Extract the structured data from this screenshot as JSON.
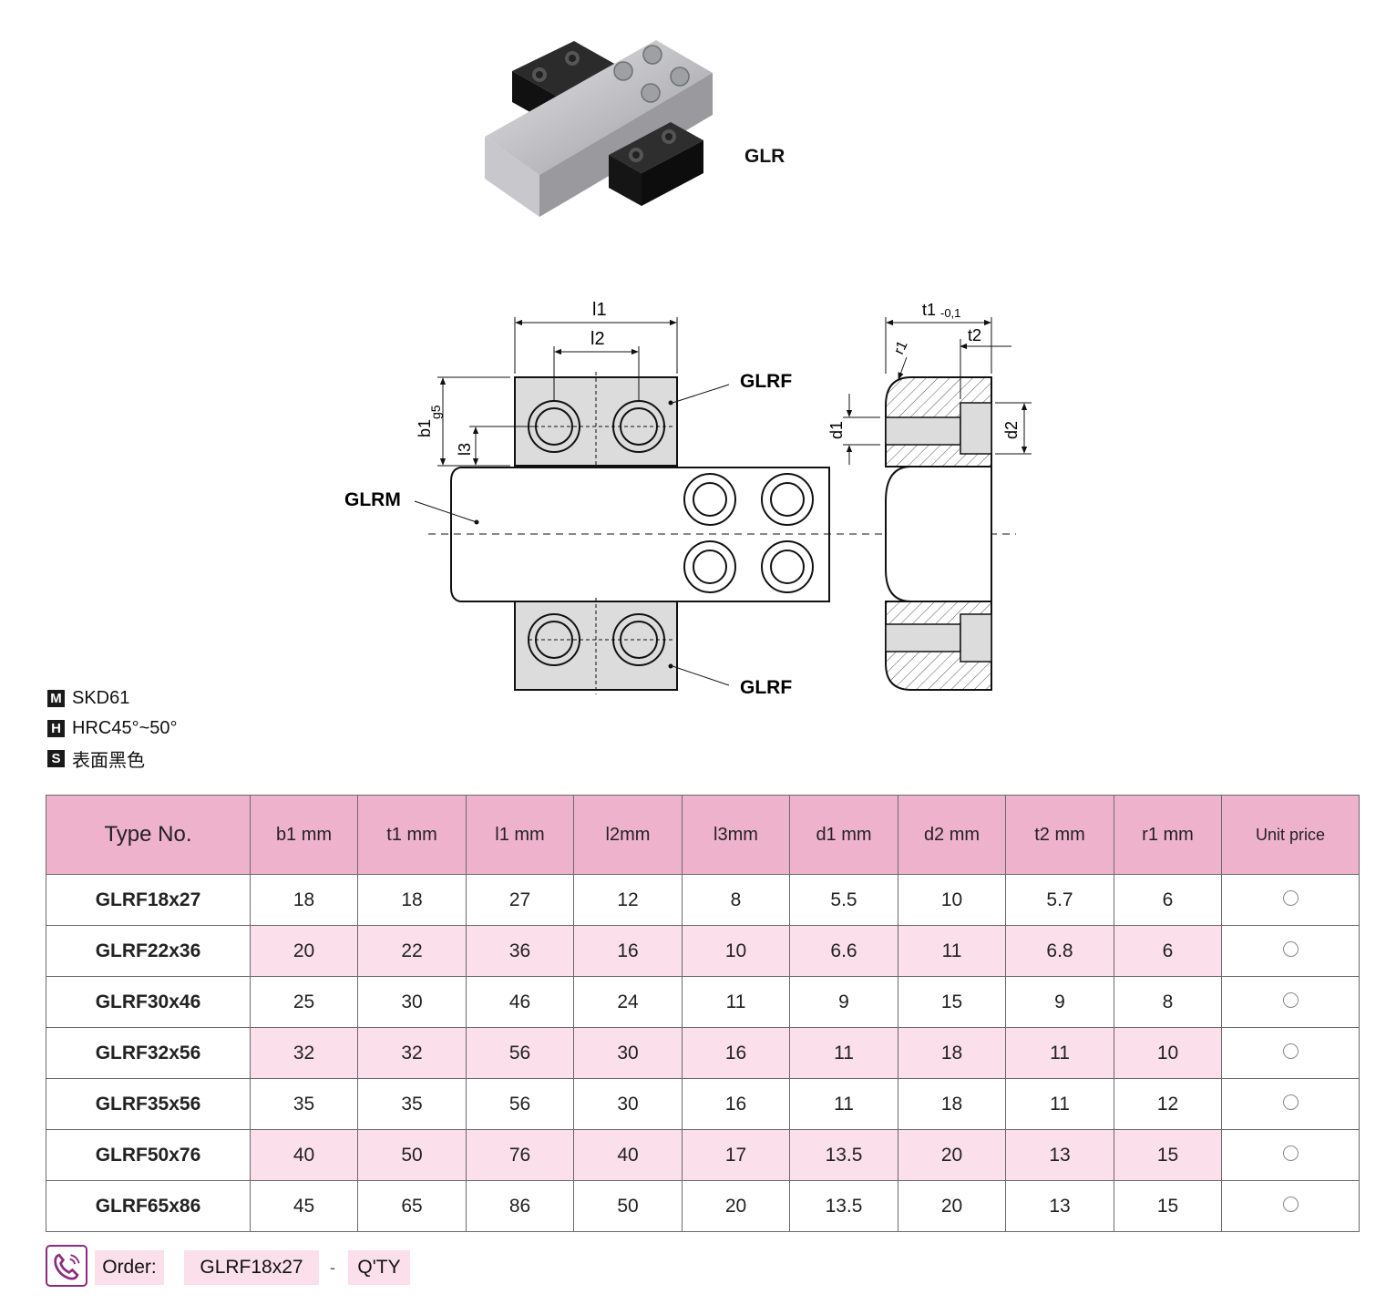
{
  "product": {
    "title": "GLR"
  },
  "drawing": {
    "labels": {
      "glrf_top": "GLRF",
      "glrf_bottom": "GLRF",
      "glrm": "GLRM",
      "l1": "l1",
      "l2": "l2",
      "l3": "l3",
      "b1": "b1",
      "g5": "g5",
      "t1": "t1",
      "t1_tol": "-0,1",
      "t2": "t2",
      "r1": "r1",
      "d1": "d1",
      "d2": "d2"
    }
  },
  "specs": [
    {
      "badge": "M",
      "text": "SKD61"
    },
    {
      "badge": "H",
      "text": "HRC45°~50°"
    },
    {
      "badge": "S",
      "text": "表面黑色"
    }
  ],
  "table": {
    "headers": [
      "Type No.",
      "b1 mm",
      "t1 mm",
      "l1 mm",
      "l2mm",
      "l3mm",
      "d1 mm",
      "d2 mm",
      "t2 mm",
      "r1 mm",
      "Unit price"
    ],
    "rows": [
      {
        "type": "GLRF18x27",
        "values": [
          "18",
          "18",
          "27",
          "12",
          "8",
          "5.5",
          "10",
          "5.7",
          "6"
        ],
        "price": "○"
      },
      {
        "type": "GLRF22x36",
        "values": [
          "20",
          "22",
          "36",
          "16",
          "10",
          "6.6",
          "11",
          "6.8",
          "6"
        ],
        "price": "○"
      },
      {
        "type": "GLRF30x46",
        "values": [
          "25",
          "30",
          "46",
          "24",
          "11",
          "9",
          "15",
          "9",
          "8"
        ],
        "price": "○"
      },
      {
        "type": "GLRF32x56",
        "values": [
          "32",
          "32",
          "56",
          "30",
          "16",
          "11",
          "18",
          "11",
          "10"
        ],
        "price": "○"
      },
      {
        "type": "GLRF35x56",
        "values": [
          "35",
          "35",
          "56",
          "30",
          "16",
          "11",
          "18",
          "11",
          "12"
        ],
        "price": "○"
      },
      {
        "type": "GLRF50x76",
        "values": [
          "40",
          "50",
          "76",
          "40",
          "17",
          "13.5",
          "20",
          "13",
          "15"
        ],
        "price": "○"
      },
      {
        "type": "GLRF65x86",
        "values": [
          "45",
          "65",
          "86",
          "50",
          "20",
          "13.5",
          "20",
          "13",
          "15"
        ],
        "price": "○"
      }
    ]
  },
  "order": {
    "label": "Order:",
    "code": "GLRF18x27",
    "separator": "-",
    "qty_label": "Q'TY"
  },
  "colors": {
    "header_pink": "#efb2cd",
    "row_pink": "#fbdfea",
    "order_icon": "#8b2b7e"
  }
}
